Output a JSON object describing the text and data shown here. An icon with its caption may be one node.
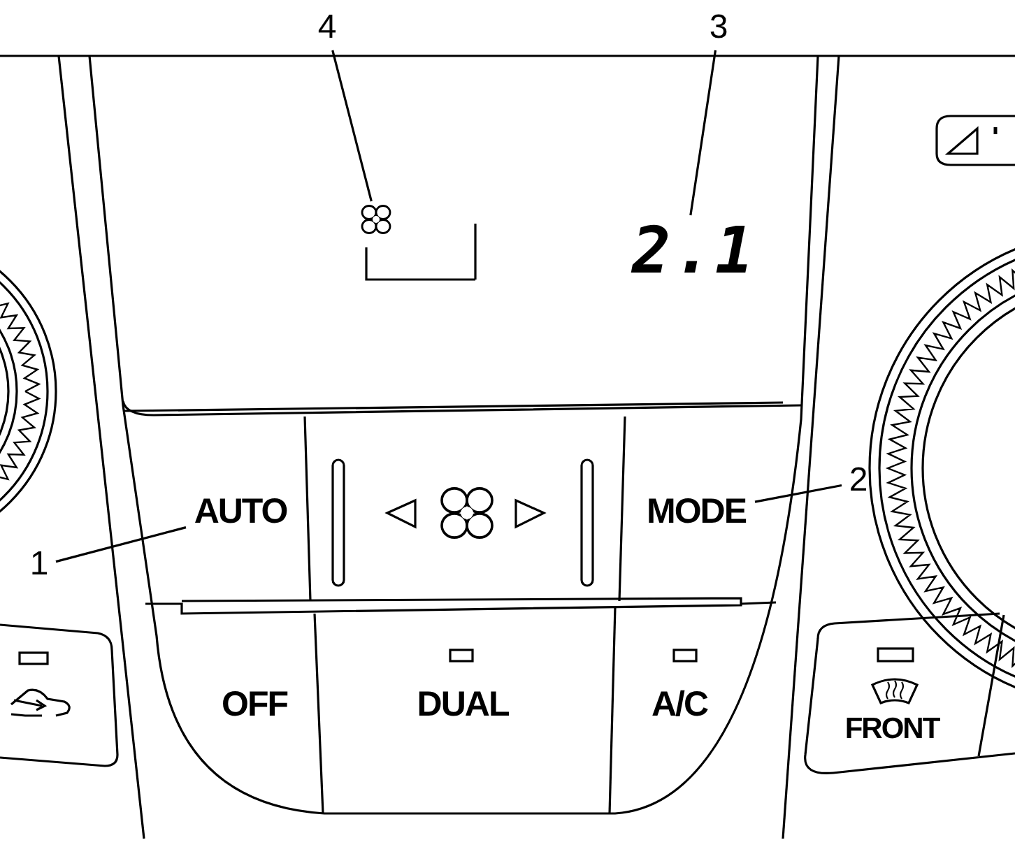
{
  "diagram": {
    "nodes": [
      {
        "text": [
          "1"
        ]
      },
      {
        "text": [
          "AUTO"
        ]
      },
      {
        "text": [
          "2"
        ]
      },
      {
        "text": [
          "MODE"
        ]
      },
      {
        "text": [
          "3"
        ]
      },
      {
        "text": [
          "2.1"
        ]
      },
      {
        "text": [
          "4"
        ]
      },
      {
        "text": [],
        "shape": "fan"
      }
    ],
    "edges": [
      {
        "from": 0,
        "to": 1,
        "arrow": "none"
      },
      {
        "from": 2,
        "to": 3,
        "arrow": "none"
      },
      {
        "from": 4,
        "to": 5,
        "arrow": "none"
      },
      {
        "from": 6,
        "to": 7,
        "arrow": "none"
      }
    ],
    "labels": [
      "OFF",
      "DUAL",
      "A/C",
      "FRONT"
    ]
  }
}
